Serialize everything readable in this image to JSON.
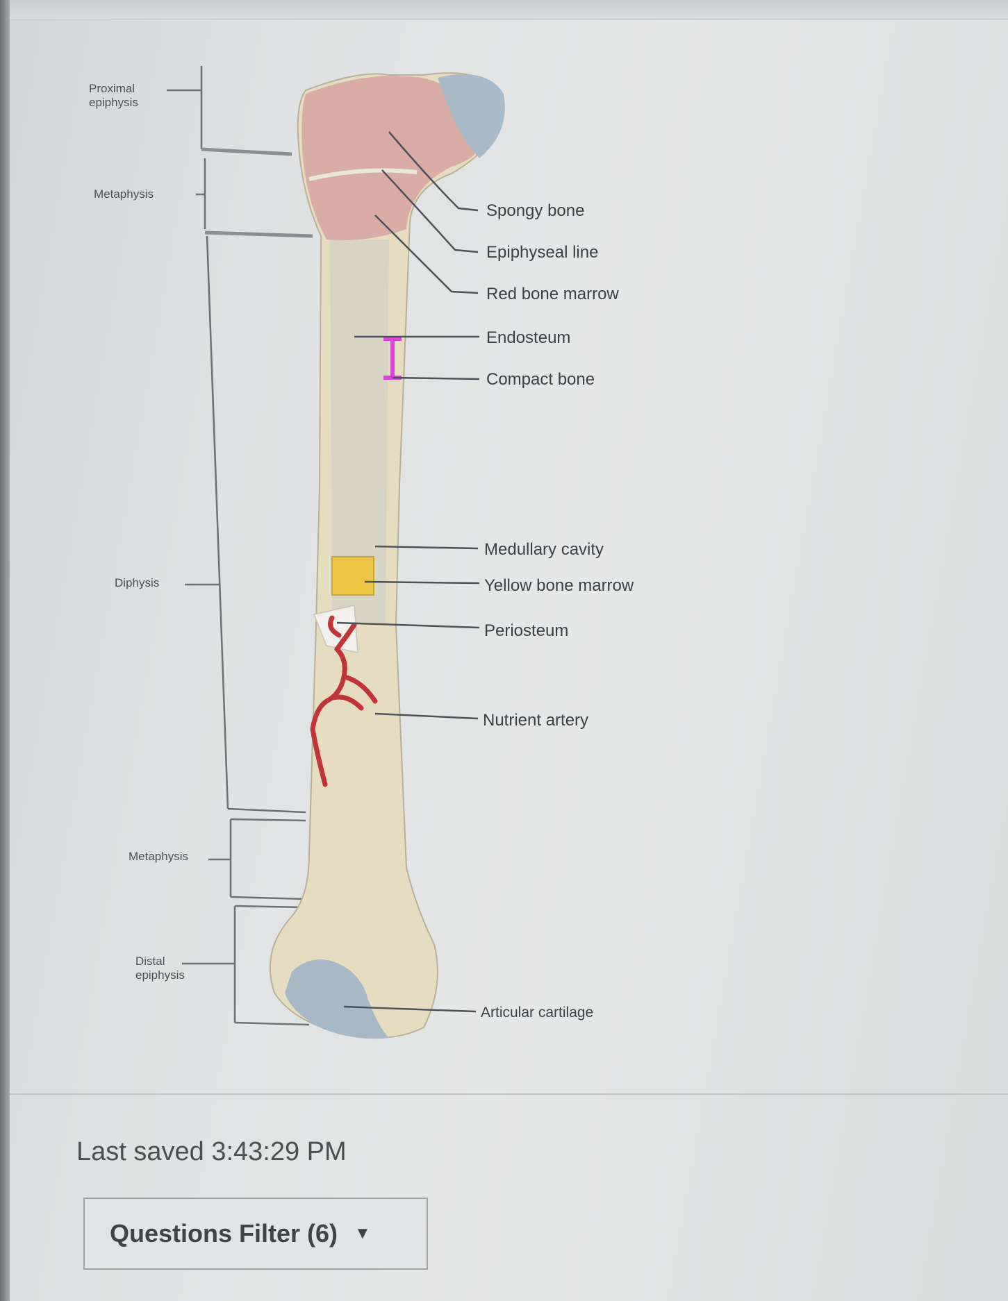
{
  "diagram": {
    "labels_right": {
      "spongy": "Spongy bone",
      "epiphyseal": "Epiphyseal line",
      "red_marrow": "Red bone marrow",
      "endosteum": "Endosteum",
      "compact": "Compact bone",
      "medullary": "Medullary cavity",
      "yellow_marrow": "Yellow bone marrow",
      "periosteum": "Periosteum",
      "nutrient": "Nutrient artery",
      "articular": "Articular cartilage"
    },
    "labels_left": {
      "proximal_1": "Proximal",
      "proximal_2": "epiphysis",
      "metaphysis_top": "Metaphysis",
      "diaphysis": "Diphysis",
      "metaphysis_bottom": "Metaphysis",
      "distal_1": "Distal",
      "distal_2": "epiphysis"
    },
    "colors": {
      "bone": "#e8dfc0",
      "spongy": "#d9a6a3",
      "cartilage": "#a9bccb",
      "artery": "#c0343a",
      "yellow_marrow": "#ecc544",
      "endosteum_marker": "#e040e0"
    }
  },
  "footer": {
    "last_saved": "Last saved 3:43:29 PM",
    "filter_label": "Questions Filter (6)"
  }
}
